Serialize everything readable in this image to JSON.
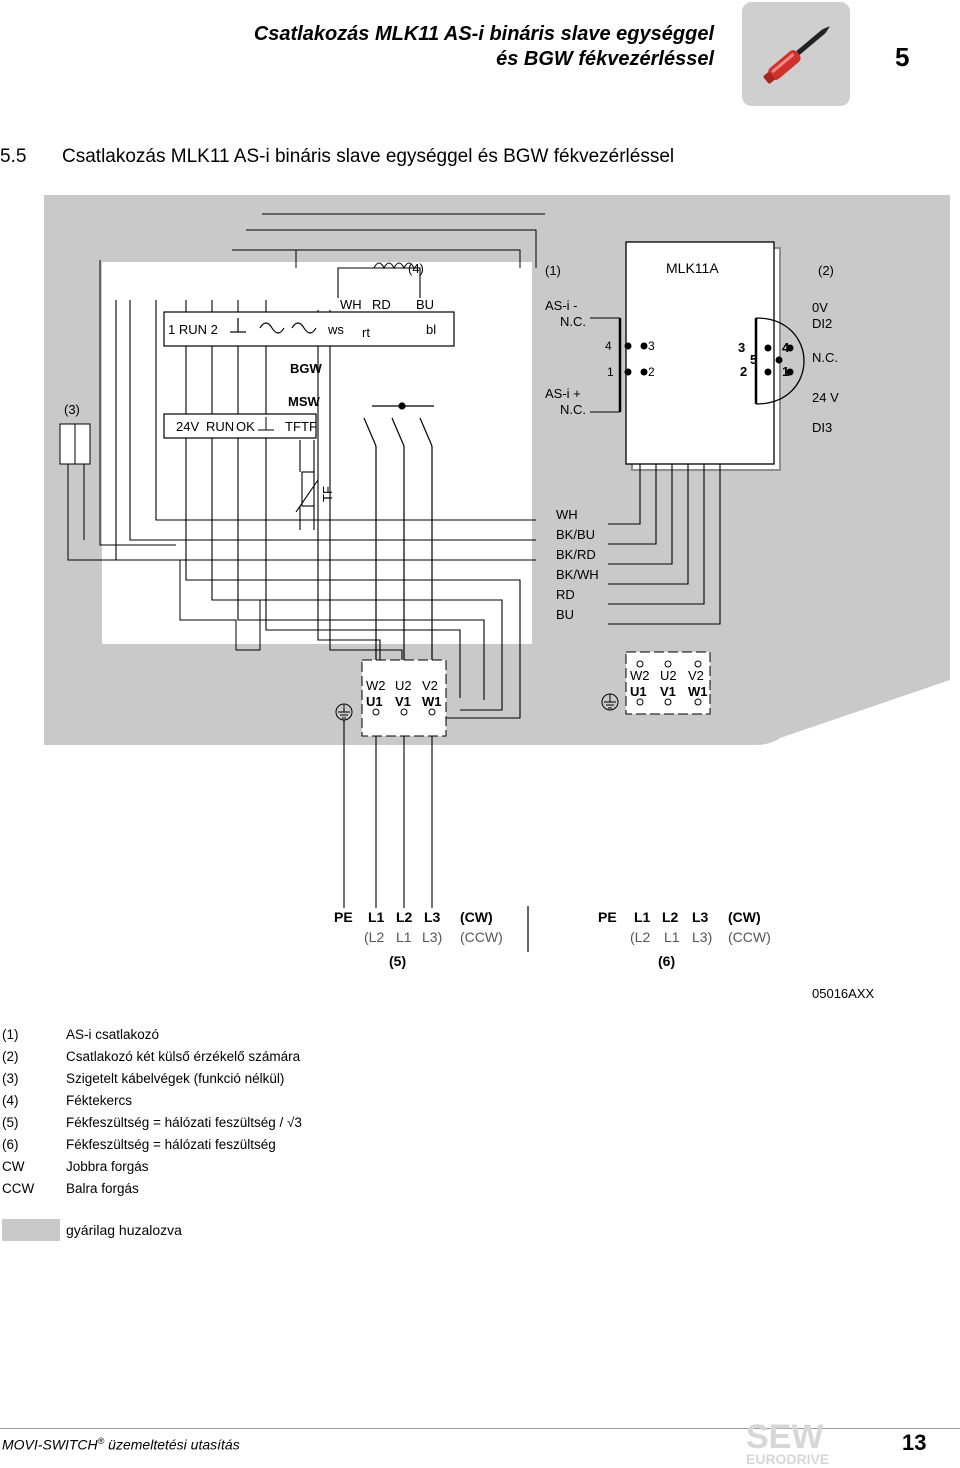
{
  "header": {
    "title_line1": "Csatlakozás MLK11 AS-i bináris slave egységgel",
    "title_line2": "és BGW fékvezérléssel",
    "chapter": "5"
  },
  "section": {
    "number": "5.5",
    "title": "Csatlakozás MLK11 AS-i bináris slave egységgel és BGW fékvezérléssel"
  },
  "diagram": {
    "callouts": {
      "c1": "(1)",
      "c2": "(2)",
      "c3": "(3)",
      "c4": "(4)",
      "c5": "(5)",
      "c6": "(6)"
    },
    "mlk11a": "MLK11A",
    "bgw": {
      "name": "BGW",
      "top_row": [
        "1 RUN 2",
        "ws",
        "rt",
        "bl"
      ],
      "coil_labels": [
        "WH",
        "RD",
        "BU"
      ]
    },
    "msw": {
      "name": "MSW",
      "row": [
        "24V",
        "RUN",
        "OK",
        "TF",
        "TF"
      ]
    },
    "as_i": {
      "minus": "AS-i -",
      "plus": "AS-i +",
      "nc_top": "N.C.",
      "nc_bottom": "N.C."
    },
    "left_pins": [
      "4",
      "3",
      "1",
      "2"
    ],
    "right_pins": [
      "3",
      "4",
      "5",
      "2",
      "1"
    ],
    "right_signals": [
      "0V",
      "DI2",
      "N.C.",
      "24 V",
      "DI3"
    ],
    "tf": "TF",
    "wire_colors": [
      "WH",
      "BK/BU",
      "BK/RD",
      "BK/WH",
      "RD",
      "BU"
    ],
    "terminal_top": [
      "W2",
      "U2",
      "V2"
    ],
    "terminal_bottom": [
      "U1",
      "V1",
      "W1"
    ],
    "supply": {
      "labels": [
        "PE",
        "L1",
        "L2",
        "L3",
        "(CW)"
      ],
      "alt": [
        "(L2",
        "L1",
        "L3)",
        "(CCW)"
      ]
    },
    "figure_code": "05016AXX"
  },
  "legend": [
    {
      "key": "(1)",
      "text": "AS-i csatlakozó"
    },
    {
      "key": "(2)",
      "text": "Csatlakozó két külső érzékelő számára"
    },
    {
      "key": "(3)",
      "text": "Szigetelt kábelvégek (funkció nélkül)"
    },
    {
      "key": "(4)",
      "text": "Féktekercs"
    },
    {
      "key": "(5)",
      "text": "Fékfeszültség = hálózati feszültség / √3"
    },
    {
      "key": "(6)",
      "text": "Fékfeszültség = hálózati feszültség"
    },
    {
      "key": "CW",
      "text": "Jobbra forgás"
    },
    {
      "key": "CCW",
      "text": "Balra forgás"
    }
  ],
  "factory_wired": "gyárilag huzalozva",
  "footer": {
    "manual": "MOVI-SWITCH",
    "reg": "®",
    "manual_rest": " üzemeltetési utasítás",
    "page": "13",
    "logo_top": "SEW",
    "logo_bottom": "EURODRIVE"
  },
  "colors": {
    "shading": "#c9c9c9",
    "tool_red": "#d0312d"
  }
}
